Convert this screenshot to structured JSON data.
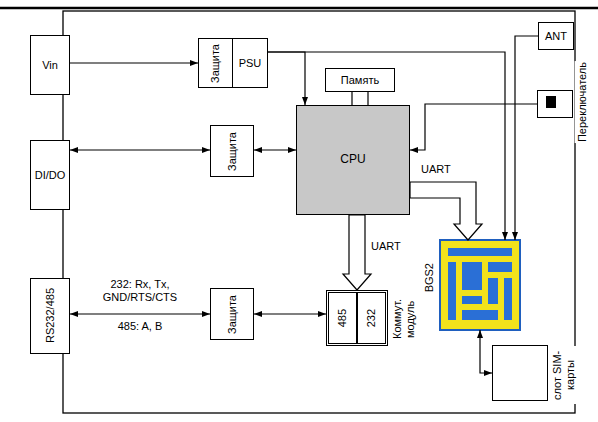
{
  "diagram": {
    "nodes": [
      {
        "text": [
          "Vin"
        ]
      },
      {
        "text": [
          "Защита"
        ]
      },
      {
        "text": [
          "PSU"
        ]
      },
      {
        "text": [
          "Память"
        ]
      },
      {
        "text": [
          "CPU"
        ]
      },
      {
        "text": [
          "DI/DO"
        ]
      },
      {
        "text": [
          "Защита"
        ]
      },
      {
        "text": [
          "RS232/485"
        ]
      },
      {
        "text": [
          "Защита"
        ]
      },
      {
        "text": [
          "Коммут. модуль"
        ]
      },
      {
        "text": [
          "485"
        ],
        "in": 9
      },
      {
        "text": [
          "232"
        ],
        "in": 9
      },
      {
        "text": [
          "BGS2"
        ]
      },
      {
        "text": [
          "ANT"
        ]
      },
      {
        "text": [
          "Переключатель"
        ]
      },
      {
        "text": [
          "слот SIM-карты"
        ]
      }
    ],
    "edges": [
      {
        "from": 0,
        "to": 1,
        "arrow": "to"
      },
      {
        "from": 2,
        "to": 4,
        "arrow": "to"
      },
      {
        "from": 2,
        "to": 12,
        "arrow": "to"
      },
      {
        "from": 3,
        "to": 4,
        "arrow": "none"
      },
      {
        "from": 5,
        "to": 6,
        "arrow": "both"
      },
      {
        "from": 6,
        "to": 4,
        "arrow": "both"
      },
      {
        "from": 4,
        "to": 9,
        "label": "UART",
        "arrow": "to"
      },
      {
        "from": 4,
        "to": 12,
        "label": "UART",
        "arrow": "to"
      },
      {
        "from": 7,
        "to": 8,
        "arrow": "both"
      },
      {
        "from": 8,
        "to": 9,
        "arrow": "both"
      },
      {
        "from": 13,
        "to": 12,
        "arrow": "to"
      },
      {
        "from": 14,
        "to": 4,
        "arrow": "to"
      },
      {
        "from": 12,
        "to": 15,
        "arrow": "both"
      }
    ],
    "labels": [
      "232: Rx, Tx, GND/RTS/CTS",
      "485: A, B"
    ]
  }
}
